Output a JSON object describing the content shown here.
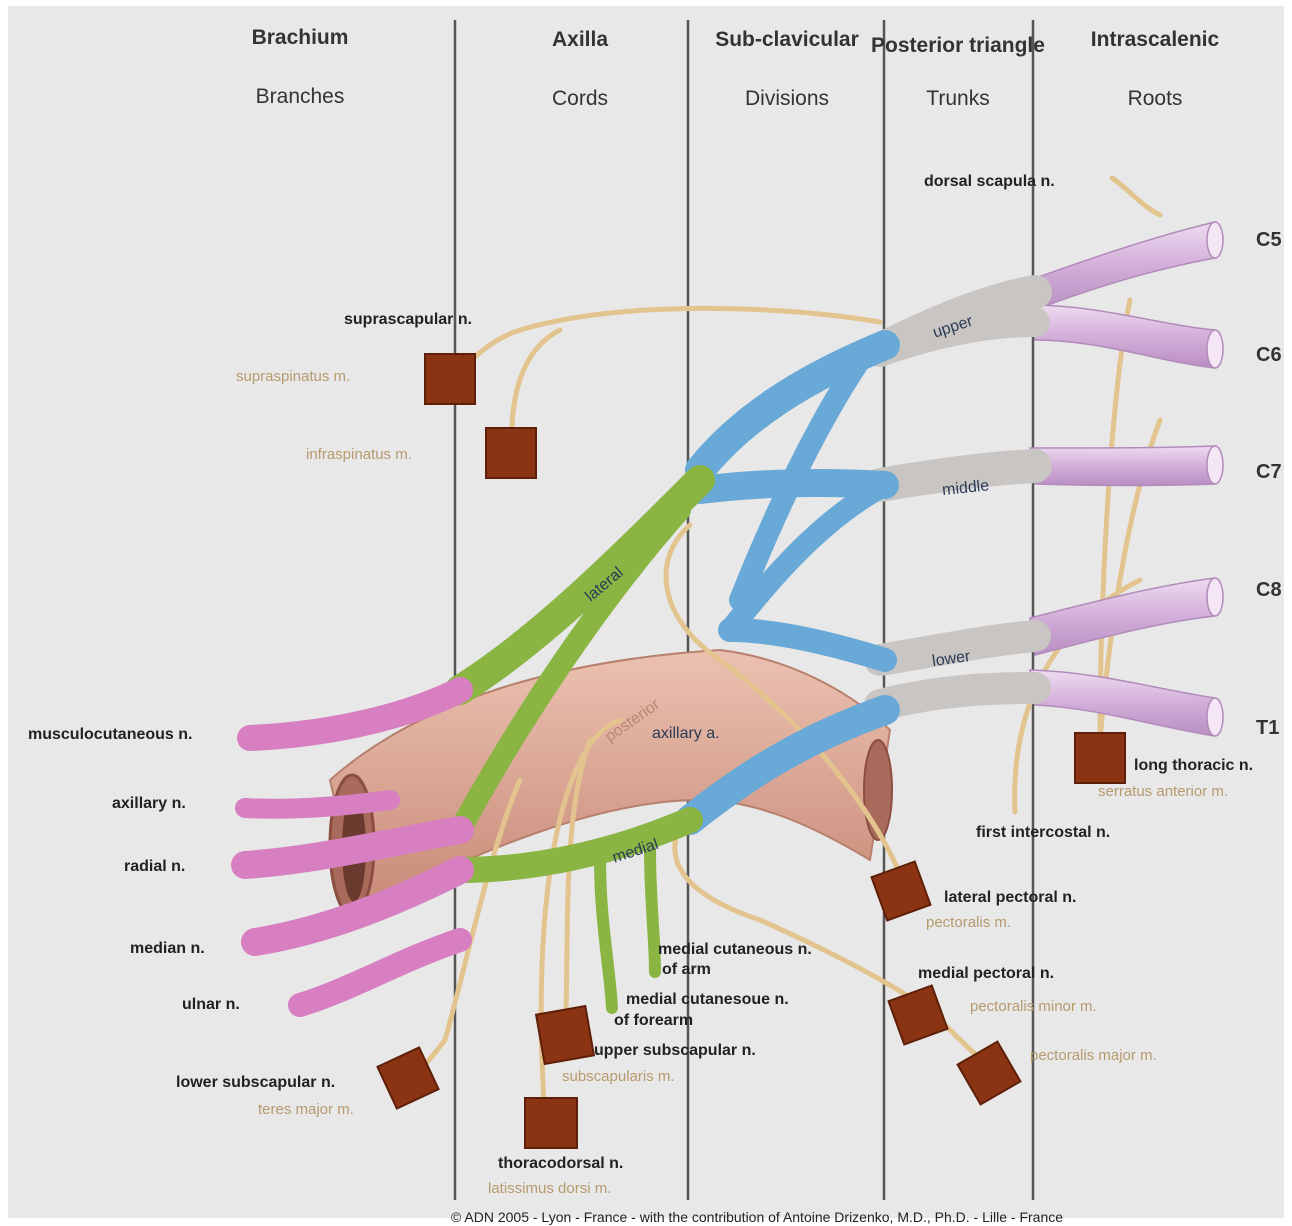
{
  "columns": [
    {
      "title": "Brachium",
      "subtitle": "Branches"
    },
    {
      "title": "Axilla",
      "subtitle": "Cords"
    },
    {
      "title": "Sub-clavicular",
      "subtitle": "Divisions"
    },
    {
      "title": "Posterior triangle",
      "subtitle": "Trunks"
    },
    {
      "title": "Intrascalenic",
      "subtitle": "Roots"
    }
  ],
  "roots": [
    "C5",
    "C6",
    "C7",
    "C8",
    "T1"
  ],
  "trunks": {
    "upper": "upper",
    "middle": "middle",
    "lower": "lower"
  },
  "cords": {
    "lateral": "lateral",
    "posterior": "posterior",
    "medial": "medial"
  },
  "artery_label": "axillary a.",
  "nerve_labels": {
    "dorsal_scapula": "dorsal scapula n.",
    "suprascapular": "suprascapular n.",
    "long_thoracic": "long thoracic n.",
    "first_intercostal": "first intercostal n.",
    "lateral_pectoral": "lateral pectoral n.",
    "medial_pectoral": "medial pectoral n.",
    "musculocutaneous": "musculocutaneous n.",
    "axillary": "axillary n.",
    "radial": "radial n.",
    "median": "median n.",
    "ulnar": "ulnar n.",
    "medial_cut_arm_1": "medial cutaneous n.",
    "medial_cut_arm_2": "of arm",
    "medial_cut_forearm_1": "medial cutanesoue n.",
    "medial_cut_forearm_2": "of forearm",
    "upper_subscapular": "upper subscapular n.",
    "lower_subscapular": "lower subscapular n.",
    "thoracodorsal": "thoracodorsal n."
  },
  "muscle_labels": {
    "supraspinatus": "supraspinatus m.",
    "infraspinatus": "infraspinatus m.",
    "serratus_anterior": "serratus anterior m.",
    "pectoralis_1": "pectoralis m.",
    "pectoralis_minor": "pectoralis minor m.",
    "pectoralis_major": "pectoralis major m.",
    "subscapularis": "subscapularis m.",
    "teres_major": "teres major m.",
    "latissimus_dorsi": "latissimus dorsi m."
  },
  "credit": "© ADN 2005 - Lyon - France - with the contribution of Antoine Drizenko, M.D., Ph.D. - Lille - France",
  "colors": {
    "background": "#e8e8e8",
    "root": "#d9b8de",
    "trunk": "#c9c5c3",
    "division": "#68a9d8",
    "cord": "#8ab543",
    "branch": "#d77fc0",
    "artery": "#d9a593",
    "nerve_thin": "#e3c48f",
    "muscle": "#8b3414",
    "divider": "#555555"
  }
}
